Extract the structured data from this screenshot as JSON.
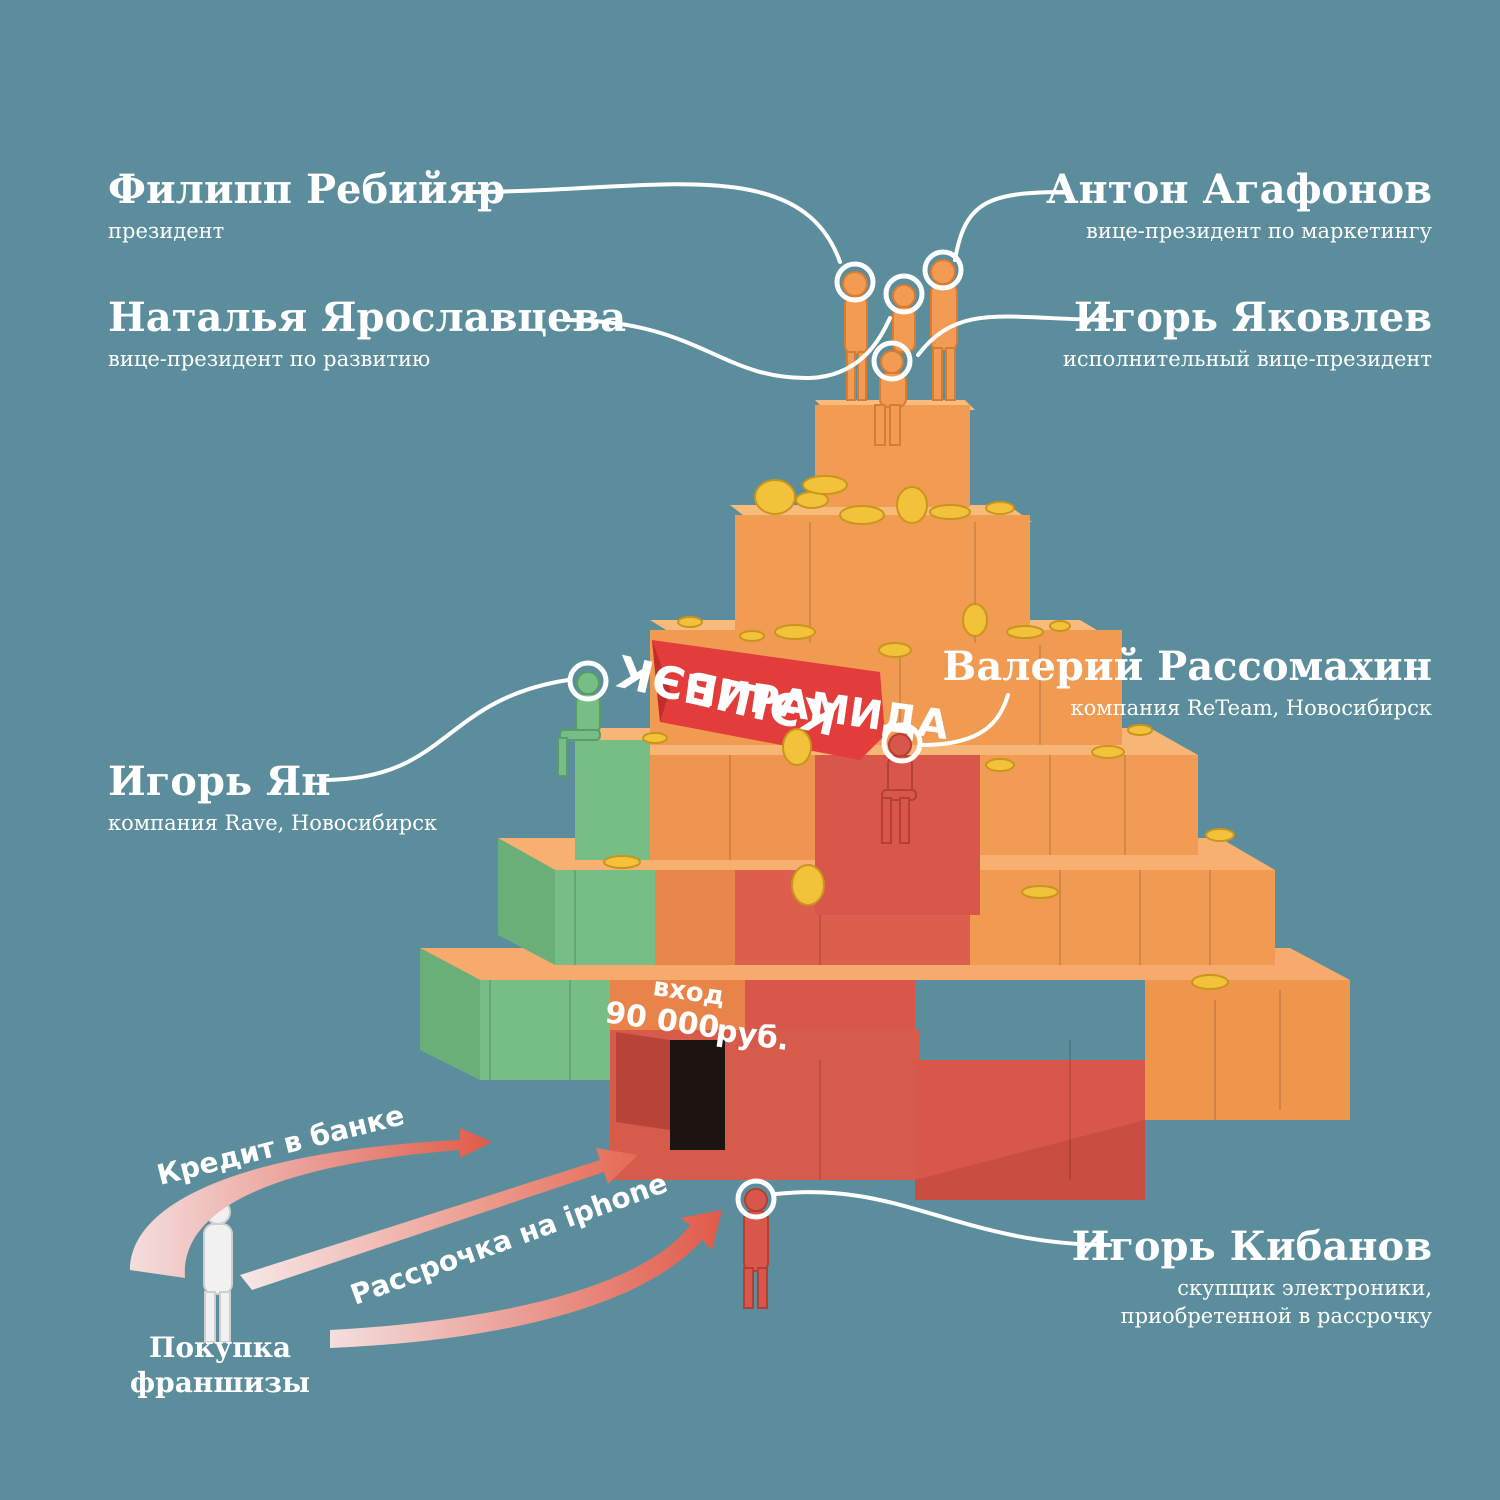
{
  "people": {
    "rebiyar": {
      "name": "Филипп Ребийяр",
      "role": "президент"
    },
    "agafonov": {
      "name": "Антон Агафонов",
      "role": "вице-президент по маркетингу"
    },
    "yaroslavtseva": {
      "name": "Наталья Ярославцева",
      "role": "вице-президент по развитию"
    },
    "yakovlev": {
      "name": "Игорь Яковлев",
      "role": "исполнительный вице-президент"
    },
    "rassomakhin": {
      "name": "Валерий Рассомахин",
      "role": "компания ReTeam, Новосибирск"
    },
    "yan": {
      "name": "Игорь Ян",
      "role": "компания Rave, Новосибирск"
    },
    "kibanov": {
      "name": "Игорь Кибанов",
      "role_line1": "скупщик электроники,",
      "role_line2": "приобретенной в рассрочку"
    }
  },
  "banner": {
    "line1": "ПИРАМИДА",
    "line2": "КЭШБЭК"
  },
  "entrance": {
    "line1": "вход",
    "line2": "90 000",
    "line3": "руб."
  },
  "arrows": {
    "credit": "Кредит в банке",
    "installment": "Рассрочка на iphone"
  },
  "caption": {
    "line1": "Покупка",
    "line2": "франшизы"
  },
  "colors": {
    "background": "#5b8d9c",
    "orange": "#f0954c",
    "green": "#76be85",
    "red": "#d9574a",
    "gold": "#f2c23a",
    "white": "#ffffff"
  }
}
